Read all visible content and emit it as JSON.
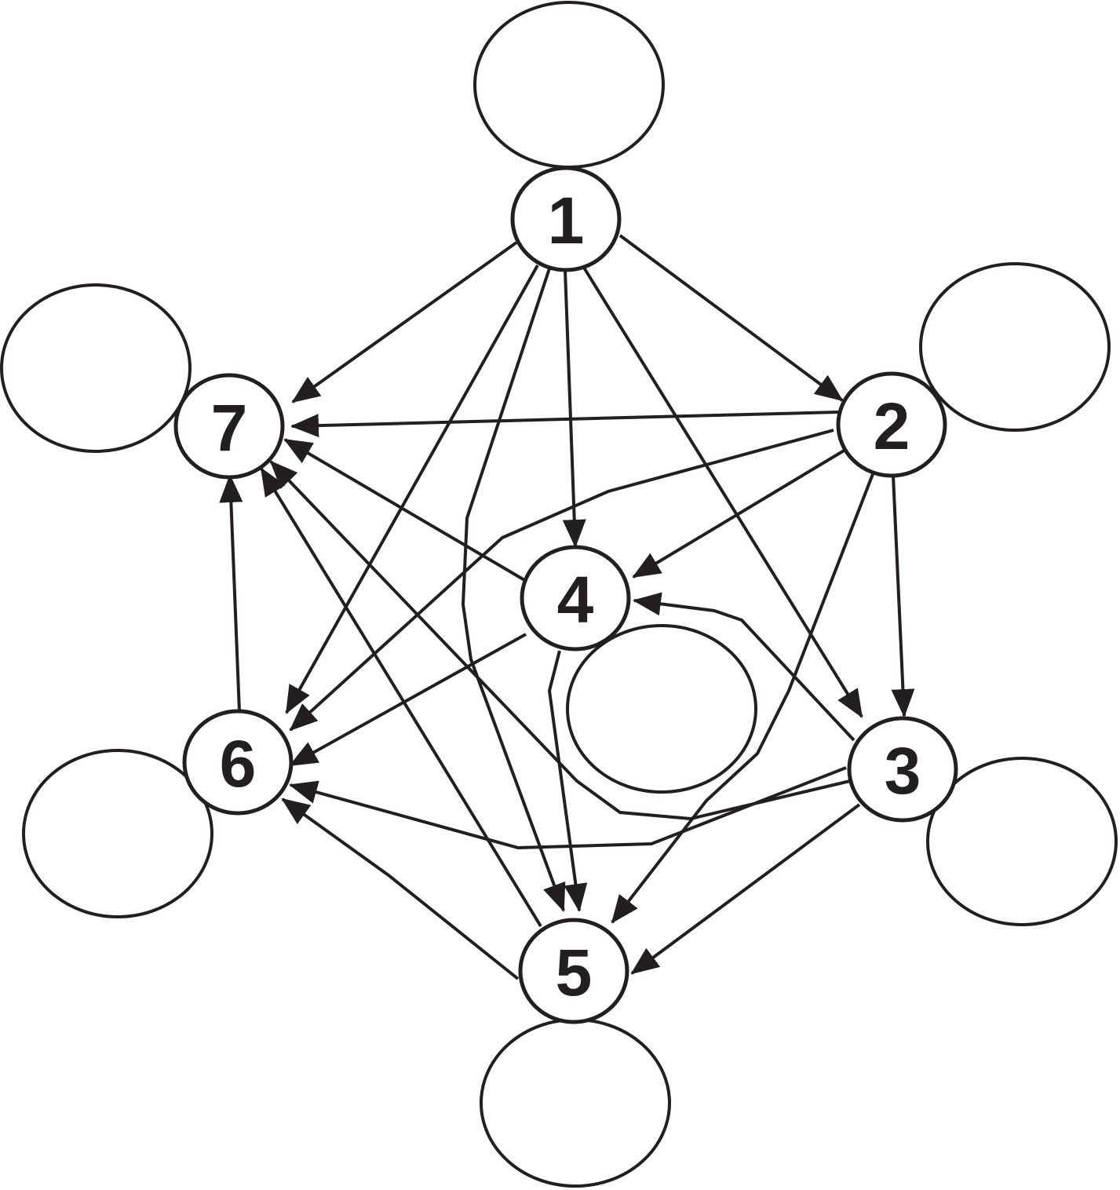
{
  "diagram": {
    "type": "directed-graph",
    "colors": {
      "stroke": "#231f20",
      "fill": "#ffffff"
    },
    "nodes": [
      {
        "id": "1",
        "label": "1"
      },
      {
        "id": "2",
        "label": "2"
      },
      {
        "id": "3",
        "label": "3"
      },
      {
        "id": "4",
        "label": "4"
      },
      {
        "id": "5",
        "label": "5"
      },
      {
        "id": "6",
        "label": "6"
      },
      {
        "id": "7",
        "label": "7"
      }
    ],
    "edges": [
      {
        "from": "1",
        "to": "7"
      },
      {
        "from": "1",
        "to": "2"
      },
      {
        "from": "1",
        "to": "4"
      },
      {
        "from": "1",
        "to": "6"
      },
      {
        "from": "1",
        "to": "5"
      },
      {
        "from": "1",
        "to": "3"
      },
      {
        "from": "2",
        "to": "7"
      },
      {
        "from": "2",
        "to": "4"
      },
      {
        "from": "2",
        "to": "3"
      },
      {
        "from": "2",
        "to": "5"
      },
      {
        "from": "2",
        "to": "6"
      },
      {
        "from": "3",
        "to": "4"
      },
      {
        "from": "3",
        "to": "6"
      },
      {
        "from": "3",
        "to": "5"
      },
      {
        "from": "3",
        "to": "7"
      },
      {
        "from": "4",
        "to": "7"
      },
      {
        "from": "4",
        "to": "6"
      },
      {
        "from": "4",
        "to": "5"
      },
      {
        "from": "5",
        "to": "7"
      },
      {
        "from": "5",
        "to": "6"
      },
      {
        "from": "6",
        "to": "7"
      }
    ],
    "self_loops": [
      "1",
      "2",
      "3",
      "4",
      "5",
      "6",
      "7"
    ]
  }
}
